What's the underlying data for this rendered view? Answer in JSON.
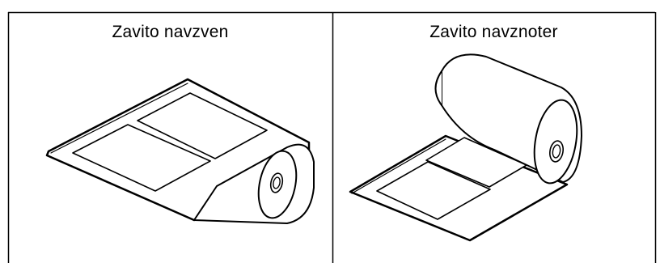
{
  "panels": [
    {
      "caption": "Zavito navzven",
      "illustration": "label-roll-wound-outside"
    },
    {
      "caption": "Zavito navznoter",
      "illustration": "label-roll-wound-inside"
    }
  ],
  "colors": {
    "line": "#000000",
    "background": "#ffffff"
  }
}
